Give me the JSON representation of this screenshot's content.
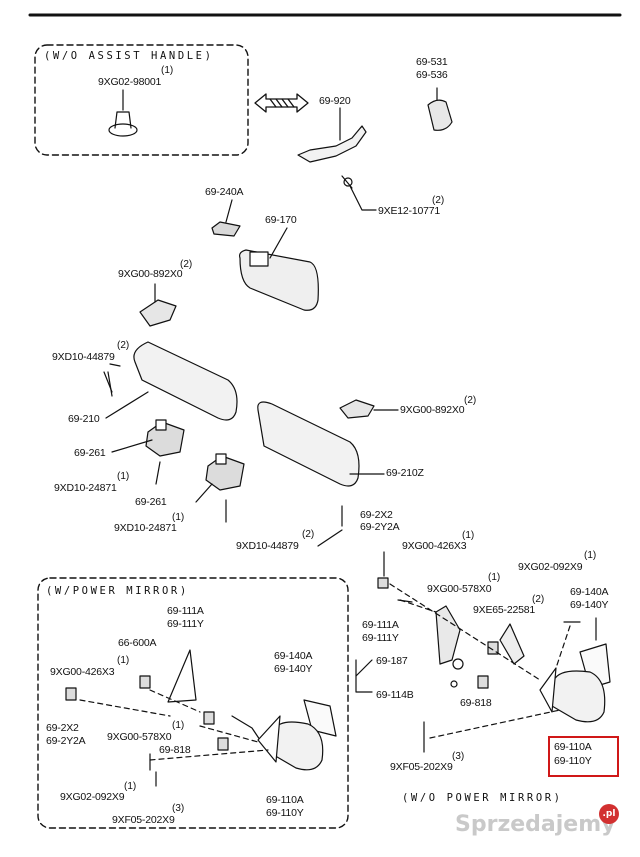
{
  "sections": {
    "wo_assist_handle": "(W/O ASSIST HANDLE)",
    "w_power_mirror": "(W/POWER MIRROR)",
    "wo_power_mirror": "(W/O POWER MIRROR)"
  },
  "labels": [
    {
      "id": "9xg02-98001",
      "text": "9XG02-98001",
      "qty": "(1)"
    },
    {
      "id": "69-531",
      "text": "69-531"
    },
    {
      "id": "69-536",
      "text": "69-536"
    },
    {
      "id": "69-920",
      "text": "69-920"
    },
    {
      "id": "9xe12-10771",
      "text": "9XE12-10771",
      "qty": "(2)"
    },
    {
      "id": "69-240a",
      "text": "69-240A"
    },
    {
      "id": "69-170",
      "text": "69-170"
    },
    {
      "id": "9xg00-892x0-a",
      "text": "9XG00-892X0",
      "qty": "(2)"
    },
    {
      "id": "9xd10-44879-a",
      "text": "9XD10-44879",
      "qty": "(2)"
    },
    {
      "id": "69-210",
      "text": "69-210"
    },
    {
      "id": "9xg00-892x0-b",
      "text": "9XG00-892X0",
      "qty": "(2)"
    },
    {
      "id": "69-261-a",
      "text": "69-261"
    },
    {
      "id": "9xd10-24871-a",
      "text": "9XD10-24871",
      "qty": "(1)"
    },
    {
      "id": "69-261-b",
      "text": "69-261"
    },
    {
      "id": "69-210z",
      "text": "69-210Z"
    },
    {
      "id": "9xd10-24871-b",
      "text": "9XD10-24871",
      "qty": "(1)"
    },
    {
      "id": "9xd10-44879-b",
      "text": "9XD10-44879",
      "qty": "(2)"
    },
    {
      "id": "69-2x2-r",
      "text": "69-2X2"
    },
    {
      "id": "69-2y2a-r",
      "text": "69-2Y2A"
    },
    {
      "id": "9xg00-426x3-r",
      "text": "9XG00-426X3",
      "qty": "(1)"
    },
    {
      "id": "9xg02-092x9-r",
      "text": "9XG02-092X9",
      "qty": "(1)"
    },
    {
      "id": "69-140a-r",
      "text": "69-140A"
    },
    {
      "id": "69-140y-r",
      "text": "69-140Y"
    },
    {
      "id": "9xg00-578x0-r",
      "text": "9XG00-578X0",
      "qty": "(1)"
    },
    {
      "id": "9xe65-22581",
      "text": "9XE65-22581",
      "qty": "(2)"
    },
    {
      "id": "69-111a-r",
      "text": "69-111A"
    },
    {
      "id": "69-111y-r",
      "text": "69-111Y"
    },
    {
      "id": "69-187",
      "text": "69-187"
    },
    {
      "id": "69-114b",
      "text": "69-114B"
    },
    {
      "id": "69-818-r",
      "text": "69-818"
    },
    {
      "id": "9xf05-202x9-r",
      "text": "9XF05-202X9",
      "qty": "(3)"
    },
    {
      "id": "69-110a-r",
      "text": "69-110A"
    },
    {
      "id": "69-110y-r",
      "text": "69-110Y"
    },
    {
      "id": "69-111a-l",
      "text": "69-111A"
    },
    {
      "id": "69-111y-l",
      "text": "69-111Y"
    },
    {
      "id": "66-600a",
      "text": "66-600A"
    },
    {
      "id": "9xg00-426x3-l",
      "text": "9XG00-426X3",
      "qty": "(1)"
    },
    {
      "id": "69-140a-l",
      "text": "69-140A"
    },
    {
      "id": "69-140y-l",
      "text": "69-140Y"
    },
    {
      "id": "69-2x2-l",
      "text": "69-2X2"
    },
    {
      "id": "69-2y2a-l",
      "text": "69-2Y2A"
    },
    {
      "id": "9xg00-578x0-l",
      "text": "9XG00-578X0",
      "qty": "(1)"
    },
    {
      "id": "69-818-l",
      "text": "69-818"
    },
    {
      "id": "9xg02-092x9-l",
      "text": "9XG02-092X9",
      "qty": "(1)"
    },
    {
      "id": "9xf05-202x9-l",
      "text": "9XF05-202X9",
      "qty": "(3)"
    },
    {
      "id": "69-110a-l",
      "text": "69-110A"
    },
    {
      "id": "69-110y-l",
      "text": "69-110Y"
    }
  ],
  "highlight_color": "#d01818",
  "watermark": {
    "text": "Sprzedajemy",
    "badge": ".pl"
  }
}
